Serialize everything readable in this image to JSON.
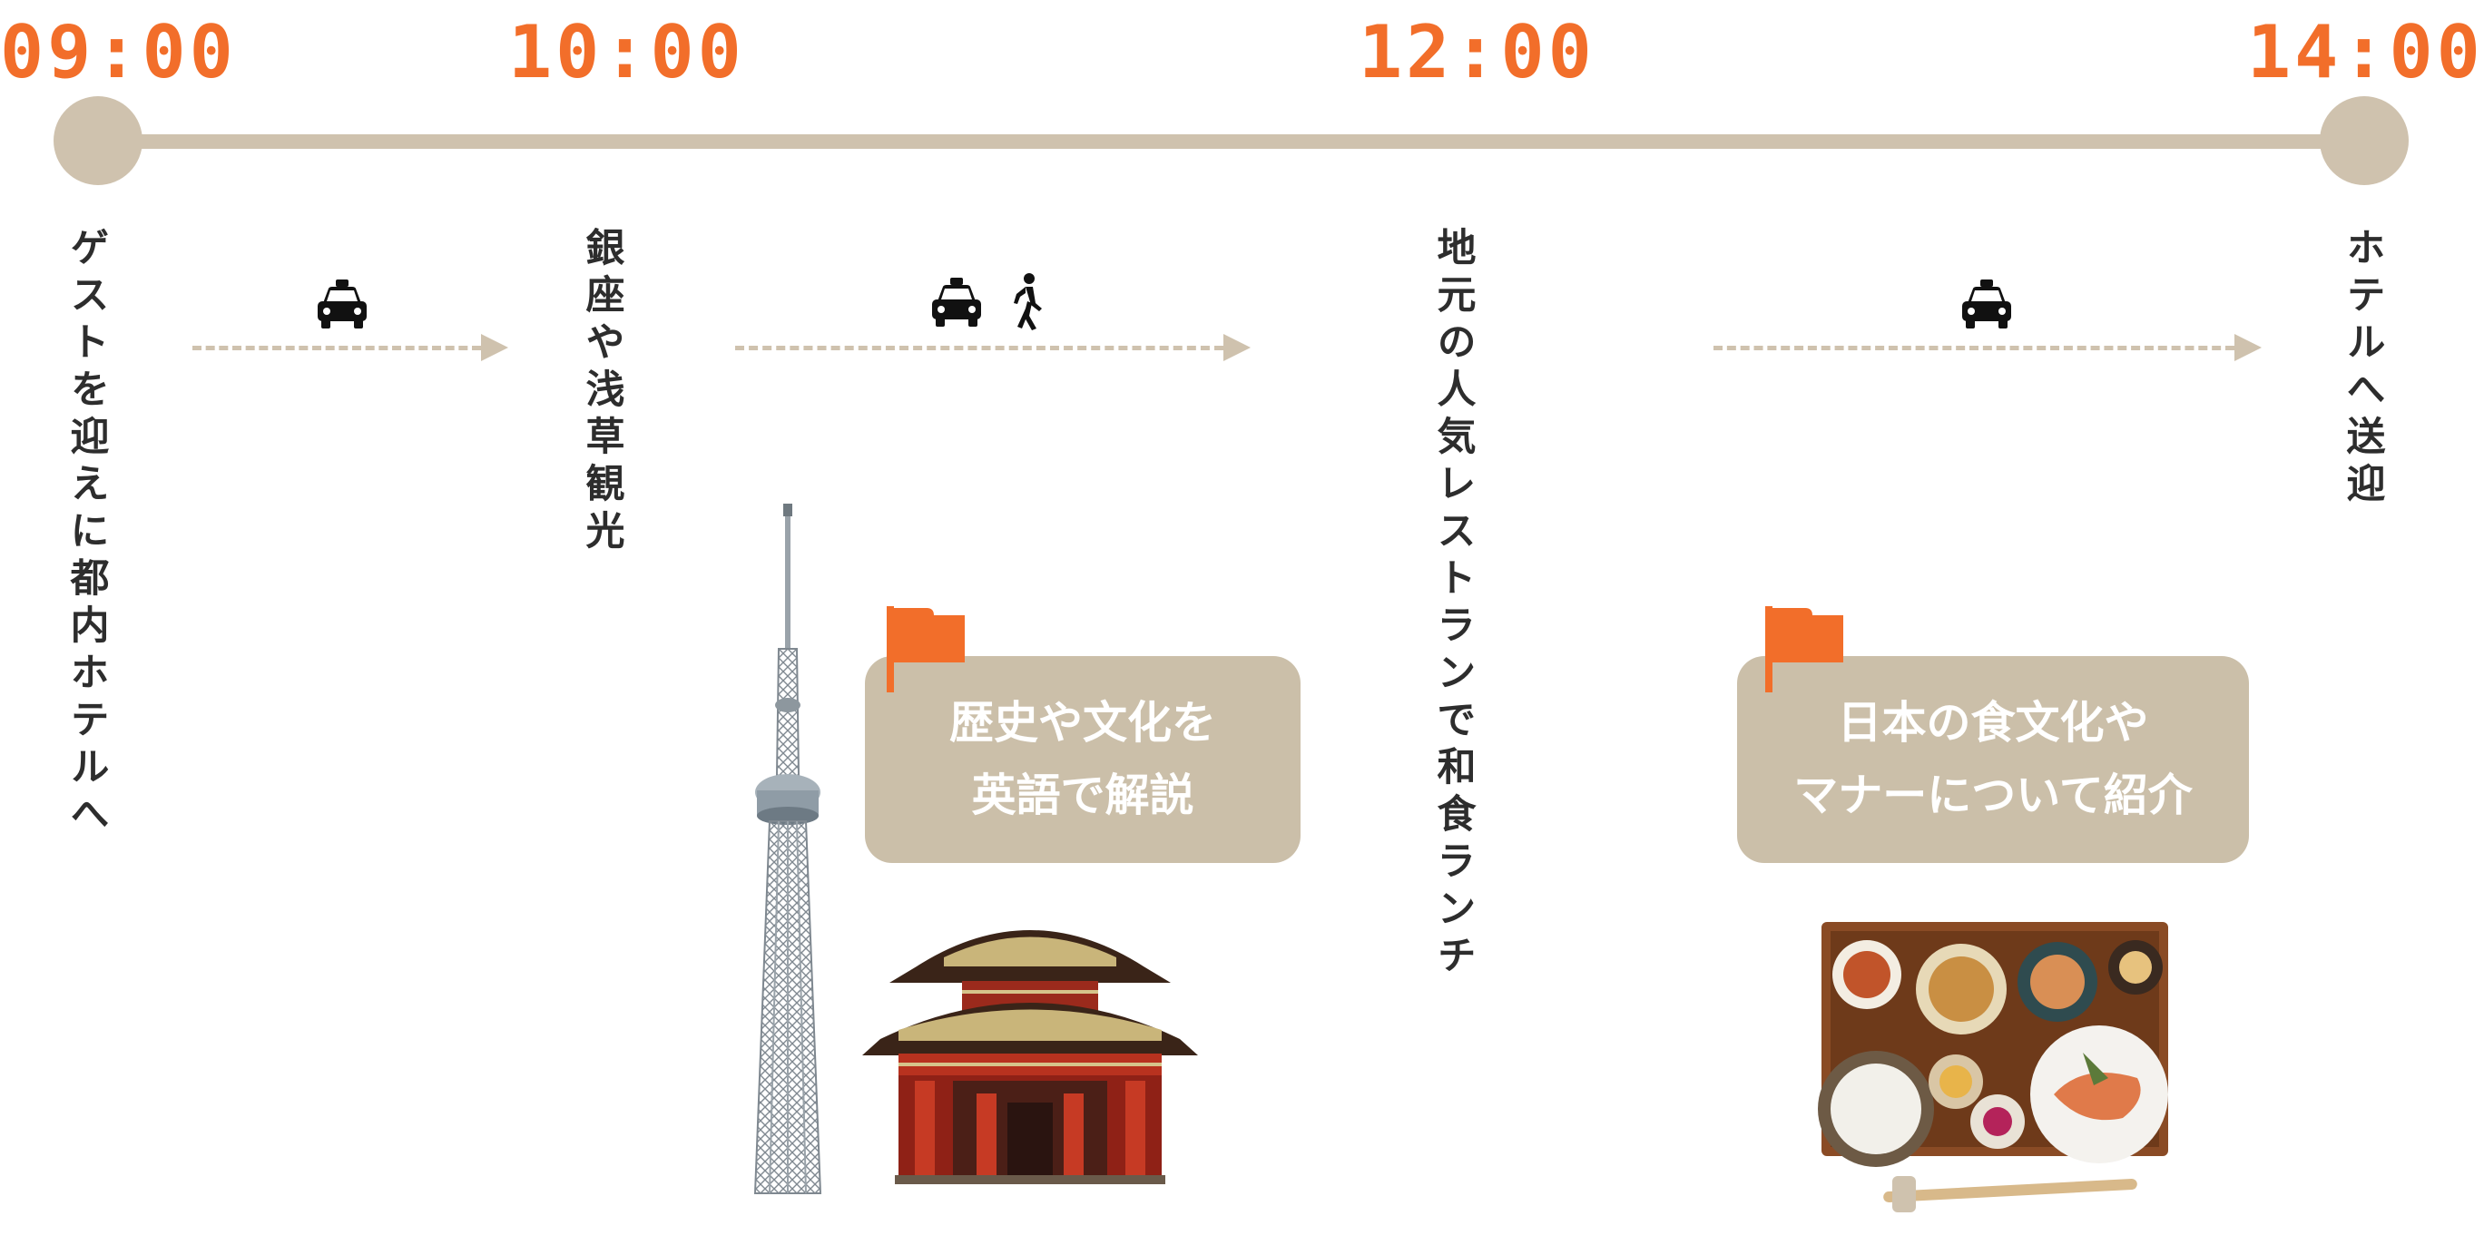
{
  "timeline": {
    "times": [
      "09:00",
      "10:00",
      "12:00",
      "14:00"
    ],
    "stops": [
      "ゲストを迎えに都内ホテルへ",
      "銀座や浅草観光",
      "地元の人気レストランで和食ランチ",
      "ホテルへ送迎"
    ]
  },
  "transport": [
    {
      "icons": [
        "taxi-icon"
      ]
    },
    {
      "icons": [
        "taxi-icon",
        "walking-person-icon"
      ]
    },
    {
      "icons": [
        "taxi-icon"
      ]
    }
  ],
  "highlights": [
    {
      "line1": "歴史や文化を",
      "line2": "英語で解説"
    },
    {
      "line1": "日本の食文化や",
      "line2": "マナーについて紹介"
    }
  ],
  "colors": {
    "accent": "#f26e2a",
    "track": "#cfc2ae",
    "bubble": "#cbbfa9",
    "text": "#2d2d2d"
  }
}
